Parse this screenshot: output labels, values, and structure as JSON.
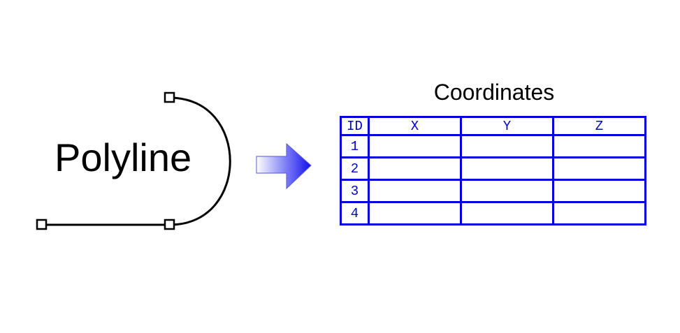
{
  "diagram": {
    "source_label": "Polyline",
    "table_title": "Coordinates",
    "arrow_icon": "arrow-right-icon",
    "colors": {
      "polyline": "#000000",
      "table": "#0000dd",
      "arrow_start": "#ffffff",
      "arrow_end": "#1111ee"
    }
  },
  "table": {
    "headers": [
      "ID",
      "X",
      "Y",
      "Z"
    ],
    "rows": [
      {
        "id": "1",
        "x": "",
        "y": "",
        "z": ""
      },
      {
        "id": "2",
        "x": "",
        "y": "",
        "z": ""
      },
      {
        "id": "3",
        "x": "",
        "y": "",
        "z": ""
      },
      {
        "id": "4",
        "x": "",
        "y": "",
        "z": ""
      }
    ]
  }
}
